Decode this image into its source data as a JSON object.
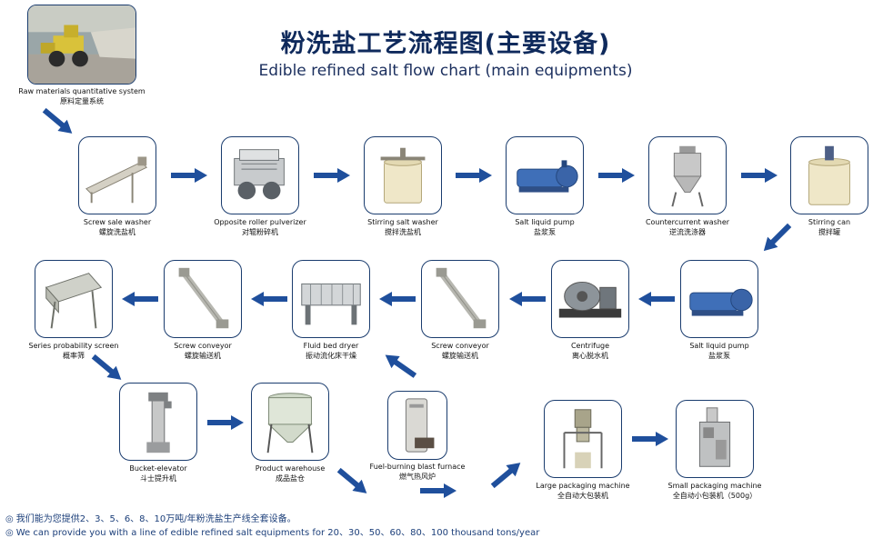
{
  "header": {
    "title_cn": "粉洗盐工艺流程图(主要设备)",
    "title_en": "Edible refined salt flow chart (main equipments)"
  },
  "nodes": [
    {
      "id": "raw",
      "en": "Raw materials quantitative system",
      "cn": "原料定量系统",
      "icon": "loader-truck-photo"
    },
    {
      "id": "screw-washer",
      "en": "Screw sale washer",
      "cn": "螺旋洗盐机",
      "icon": "screw-washer-icon"
    },
    {
      "id": "roller",
      "en": "Opposite roller pulverizer",
      "cn": "对辊粉碎机",
      "icon": "roller-pulverizer-icon"
    },
    {
      "id": "stir-washer",
      "en": "Stirring salt washer",
      "cn": "搅拌洗盐机",
      "icon": "stirring-tank-icon"
    },
    {
      "id": "pump1",
      "en": "Salt liquid pump",
      "cn": "盐浆泵",
      "icon": "pump-icon"
    },
    {
      "id": "counter",
      "en": "Countercurrent washer",
      "cn": "逆流洗涤器",
      "icon": "cyclone-washer-icon"
    },
    {
      "id": "stir-can",
      "en": "Stirring can",
      "cn": "搅拌罐",
      "icon": "stirring-tank-icon"
    },
    {
      "id": "pump2",
      "en": "Salt liquid pump",
      "cn": "盐浆泵",
      "icon": "pump-icon"
    },
    {
      "id": "centrifuge",
      "en": "Centrifuge",
      "cn": "离心脱水机",
      "icon": "centrifuge-icon"
    },
    {
      "id": "conv1",
      "en": "Screw conveyor",
      "cn": "螺旋输送机",
      "icon": "screw-conveyor-icon"
    },
    {
      "id": "dryer",
      "en": "Fluid bed dryer",
      "cn": "振动流化床干燥",
      "icon": "fluid-bed-dryer-icon"
    },
    {
      "id": "conv2",
      "en": "Screw conveyor",
      "cn": "螺旋输送机",
      "icon": "screw-conveyor-icon"
    },
    {
      "id": "screen",
      "en": "Series probability screen",
      "cn": "概率筛",
      "icon": "probability-screen-icon"
    },
    {
      "id": "elevator",
      "en": "Bucket-elevator",
      "cn": "斗士提升机",
      "icon": "bucket-elevator-icon"
    },
    {
      "id": "warehouse",
      "en": "Product warehouse",
      "cn": "成品盐仓",
      "icon": "silo-icon"
    },
    {
      "id": "furnace",
      "en": "Fuel-burning blast furnace",
      "cn": "燃气热风炉",
      "icon": "furnace-icon"
    },
    {
      "id": "large-pack",
      "en": "Large packaging machine",
      "cn": "全自动大包装机",
      "icon": "large-packaging-icon"
    },
    {
      "id": "small-pack",
      "en": "Small packaging machine",
      "cn": "全自动小包装机（500g）",
      "icon": "small-packaging-icon"
    }
  ],
  "footer": {
    "line_cn": "我们能为您提供2、3、5、6、8、10万吨/年粉洗盐生产线全套设备。",
    "line_en": "We can provide you with a line of edible refined salt equipments for 20、30、50、60、80、100 thousand tons/year"
  },
  "colors": {
    "arrow": "#1f4f9c",
    "border": "#1a3c6e",
    "title": "#0f2a5c"
  }
}
